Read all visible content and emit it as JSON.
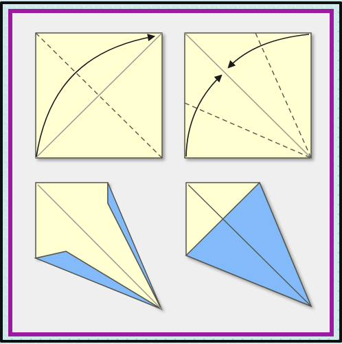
{
  "colors": {
    "background": "#cfe8ea",
    "frame_dark": "#0d0f10",
    "frame_accent": "#9a1aa0",
    "panel": "#efeff0",
    "paper_front": "#ffffd2",
    "paper_back": "#82bafa",
    "outline": "#55554a",
    "crease": "#9a9a90",
    "arrow": "#1b1b1b"
  },
  "steps": [
    {
      "id": 1,
      "description": ""
    },
    {
      "id": 2,
      "description": ""
    },
    {
      "id": 3,
      "description": ""
    },
    {
      "id": 4,
      "description": ""
    }
  ]
}
